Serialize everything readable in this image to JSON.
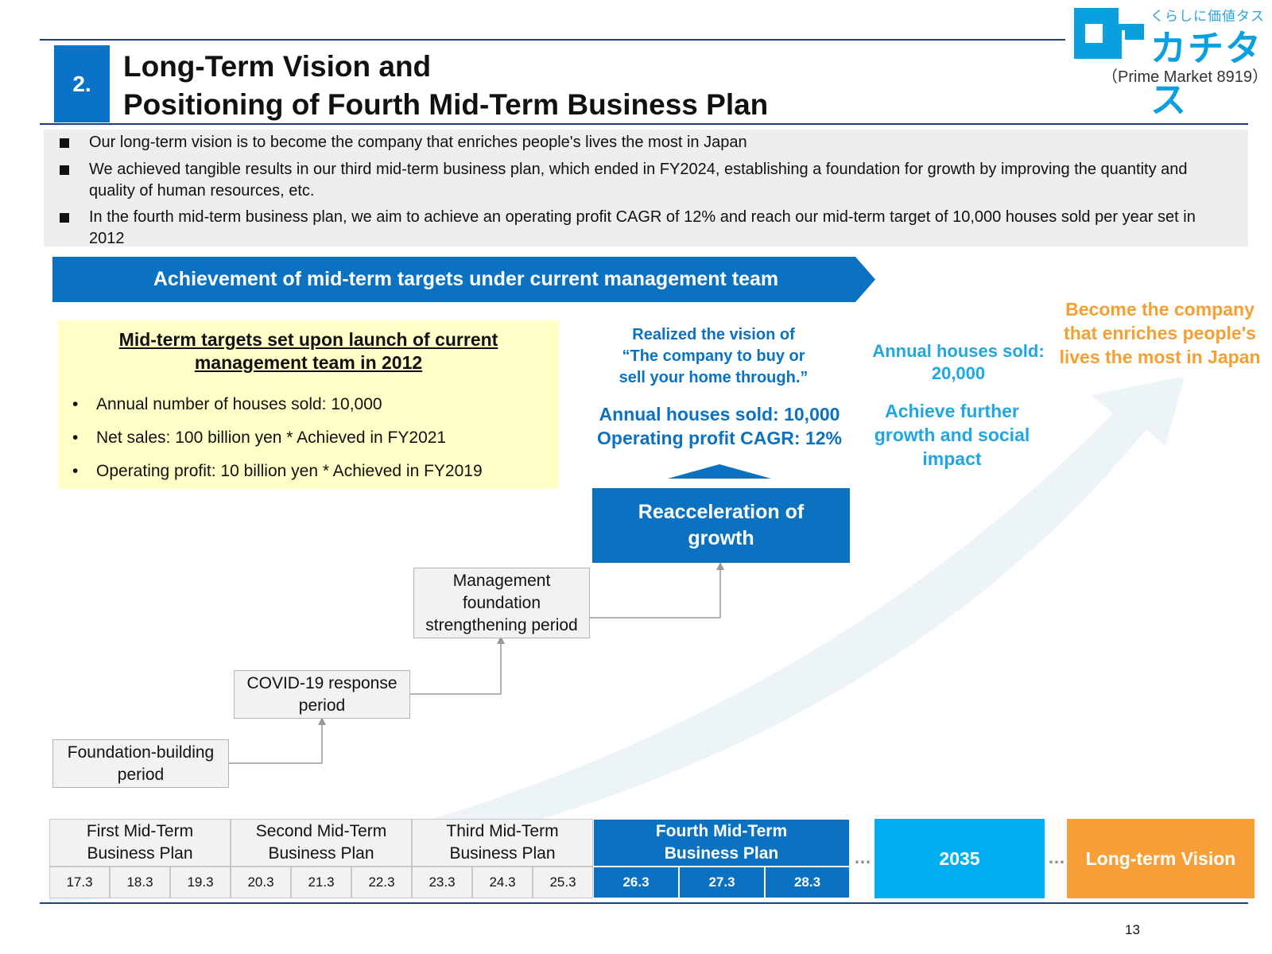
{
  "header": {
    "section_number": "2.",
    "title_line1": "Long-Term Vision and",
    "title_line2": "Positioning of Fourth Mid-Term Business Plan"
  },
  "logo": {
    "tagline": "くらしに価値タス",
    "name": "カチタス",
    "market": "（Prime Market 8919）",
    "colors": {
      "mark": "#0aa0e0"
    }
  },
  "bullets": [
    "Our long-term vision is to become the company that enriches people's lives the most in Japan",
    "We achieved tangible results in our third mid-term business plan, which ended in FY2024, establishing a foundation for growth by improving the quantity and quality of human resources, etc.",
    "In the fourth mid-term business plan, we aim to achieve an operating profit CAGR of 12% and reach our mid-term target of 10,000 houses sold per year set in 2012"
  ],
  "banner": "Achievement of mid-term targets under current management team",
  "targets_box": {
    "title_line1": "Mid-term targets set upon launch of current",
    "title_line2": "management team in 2012",
    "items": [
      "Annual number of houses sold: 10,000",
      "Net sales: 100 billion yen * Achieved in FY2021",
      "Operating profit: 10 billion yen * Achieved in FY2019"
    ]
  },
  "stages": {
    "foundation": [
      "Foundation-building",
      "period"
    ],
    "covid": [
      "COVID-19 response",
      "period"
    ],
    "management": [
      "Management",
      "foundation",
      "strengthening period"
    ],
    "reacceleration": [
      "Reacceleration of",
      "growth"
    ]
  },
  "fourth_plan_callout": {
    "vision": [
      "Realized the vision of",
      "“The company to buy or",
      "sell your home through.”"
    ],
    "target1": "Annual houses sold: 10,000",
    "target2": "Operating profit CAGR: 12%"
  },
  "y2035_callout": {
    "houses": [
      "Annual houses sold:",
      "20,000"
    ],
    "growth": [
      "Achieve further",
      "growth and social",
      "impact"
    ]
  },
  "long_term_callout": [
    "Become the company",
    "that enriches people's",
    "lives the most in Japan"
  ],
  "timeline": {
    "phases": [
      [
        "First Mid-Term",
        "Business Plan"
      ],
      [
        "Second Mid-Term",
        "Business Plan"
      ],
      [
        "Third Mid-Term",
        "Business Plan"
      ],
      [
        "Fourth Mid-Term",
        "Business Plan"
      ]
    ],
    "years": [
      "17.3",
      "18.3",
      "19.3",
      "20.3",
      "21.3",
      "22.3",
      "23.3",
      "24.3",
      "25.3",
      "26.3",
      "27.3",
      "28.3"
    ],
    "ellipsis": "…",
    "y2035": "2035",
    "long_term": "Long-term Vision"
  },
  "page_number": "13",
  "colors": {
    "primary_blue": "#0b72c2",
    "cyan": "#00b0f0",
    "orange": "#f8a038",
    "navy_rule": "#1e3f78",
    "yellow_box": "#ffffc8"
  }
}
